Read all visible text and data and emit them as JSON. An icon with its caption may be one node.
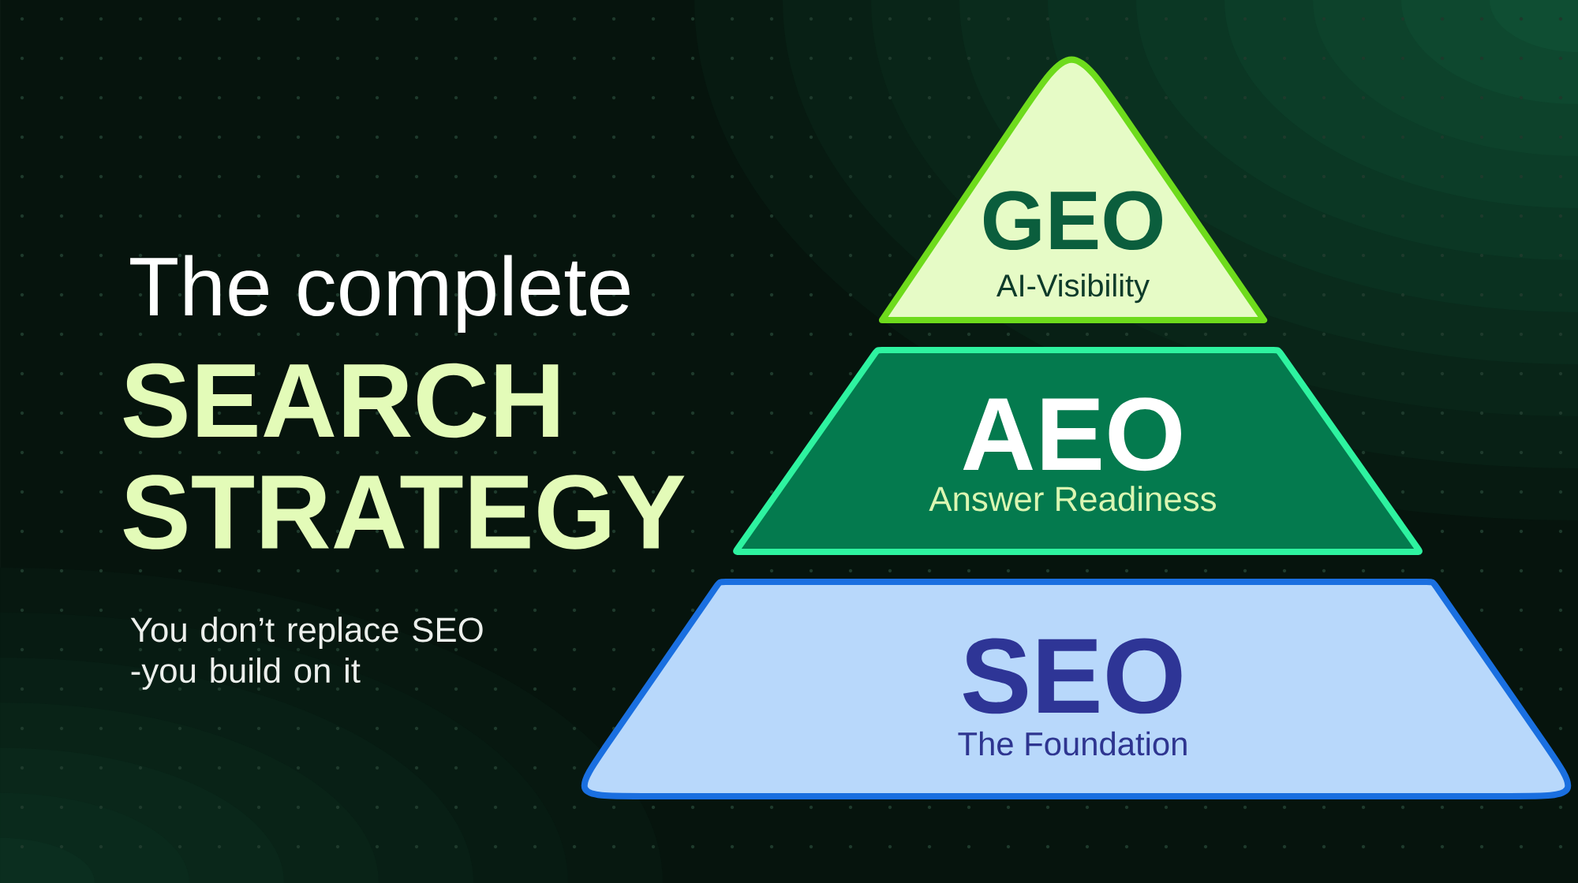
{
  "diagram": {
    "nodes": [
      {
        "text": [
          "GEO",
          "AI-Visibility"
        ]
      },
      {
        "text": [
          "AEO",
          "Answer Readiness"
        ]
      },
      {
        "text": [
          "SEO",
          "The Foundation"
        ]
      }
    ],
    "labels": [
      "The complete",
      "SEARCH STRATEGY",
      "You don’t replace SEO -you build on it"
    ]
  }
}
